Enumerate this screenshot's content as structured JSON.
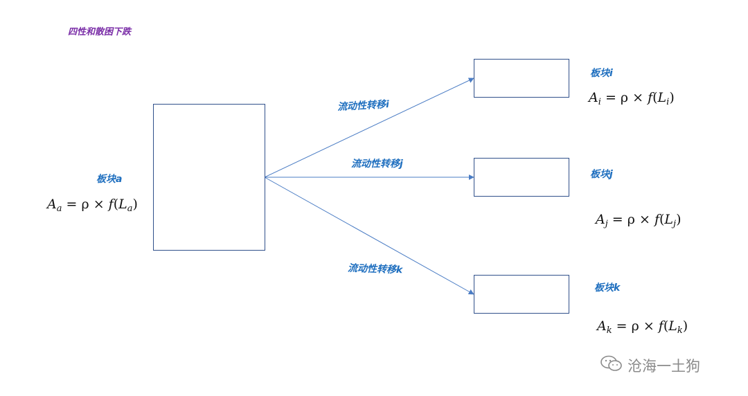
{
  "title": "四性和散困下跌",
  "source_block": {
    "label": "板块a",
    "formula": {
      "lhs_sym": "A",
      "lhs_sub": "a",
      "rhs_pre": " = ρ × ",
      "fn": "f",
      "arg_sym": "L",
      "arg_sub": "a"
    }
  },
  "targets": [
    {
      "label": "板块i",
      "arrow_label": "流动性转移i",
      "formula": {
        "lhs_sym": "A",
        "lhs_sub": "i",
        "rhs_pre": " = ρ × ",
        "fn": "f",
        "arg_sym": "L",
        "arg_sub": "i"
      }
    },
    {
      "label": "板块j",
      "arrow_label": "流动性转移j",
      "formula": {
        "lhs_sym": "A",
        "lhs_sub": "j",
        "rhs_pre": " = ρ × ",
        "fn": "f",
        "arg_sym": "L",
        "arg_sub": "j"
      }
    },
    {
      "label": "板块k",
      "arrow_label": "流动性转移k",
      "formula": {
        "lhs_sym": "A",
        "lhs_sub": "k",
        "rhs_pre": " = ρ × ",
        "fn": "f",
        "arg_sym": "L",
        "arg_sub": "k"
      }
    }
  ],
  "watermark": {
    "icon": "wechat-icon",
    "text": "沧海一土狗"
  },
  "colors": {
    "arrow": "#4a7cc4",
    "box_border": "#2f4f8a",
    "label": "#1f6fbf",
    "title": "#7b2fa8"
  }
}
